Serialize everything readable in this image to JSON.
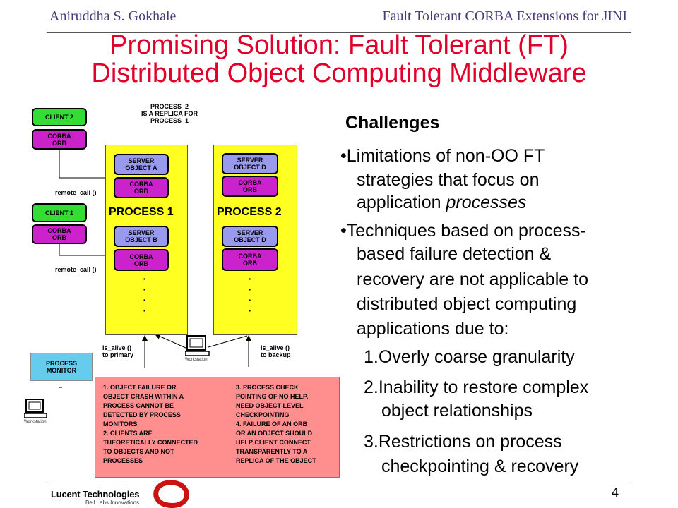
{
  "header": {
    "author": "Aniruddha S. Gokhale",
    "topic": "Fault Tolerant CORBA Extensions for JINI"
  },
  "title": {
    "line1": "Promising Solution: Fault Tolerant (FT)",
    "line2": "Distributed Object Computing Middleware"
  },
  "challenges": {
    "heading": "Challenges",
    "bullet1": {
      "l1": "Limitations of non-OO FT",
      "l2": "strategies that focus on",
      "l3a": "application ",
      "l3b": "processes"
    },
    "bullet2": {
      "l1": "Techniques based on process-",
      "l2": "based failure detection &",
      "l3": "recovery are not applicable to",
      "l4": "distributed object computing",
      "l5": "applications due to:"
    },
    "items": {
      "i1": "1.Overly coarse granularity",
      "i2a": "2.Inability to restore complex",
      "i2b": "object relationships",
      "i3a": "3.Restrictions on process",
      "i3b": "checkpointing & recovery"
    }
  },
  "diagram": {
    "replica_note": [
      "PROCESS_2",
      "IS A REPLICA FOR",
      "PROCESS_1"
    ],
    "client2": "CLIENT 2",
    "client1": "CLIENT 1",
    "corba_orb": [
      "CORBA",
      "ORB"
    ],
    "server_a": [
      "SERVER",
      "OBJECT A"
    ],
    "server_b": [
      "SERVER",
      "OBJECT B"
    ],
    "server_d": [
      "SERVER",
      "OBJECT D"
    ],
    "process1": "PROCESS 1",
    "process2": "PROCESS 2",
    "remote_call": "remote_call ()",
    "is_alive_primary": [
      "is_alive ()",
      "to primary"
    ],
    "is_alive_backup": [
      "is_alive ()",
      "to backup"
    ],
    "process_monitor": [
      "PROCESS",
      "MONITOR"
    ],
    "workstation": "Workstation",
    "notes_left": [
      "1.  OBJECT FAILURE OR",
      "OBJECT CRASH WITHIN A",
      "PROCESS CANNOT BE",
      "DETECTED BY PROCESS",
      "MONITORS",
      "2. CLIENTS ARE",
      "THEORETICALLY CONNECTED",
      "TO  OBJECTS AND NOT",
      "PROCESSES"
    ],
    "notes_right": [
      "3. PROCESS CHECK",
      "POINTING OF NO HELP.",
      "NEED OBJECT LEVEL",
      "CHECKPOINTING",
      "4. FAILURE OF AN ORB",
      "OR AN OBJECT SHOULD",
      "HELP CLIENT CONNECT",
      "TRANSPARENTLY TO A",
      "REPLICA OF THE  OBJECT"
    ]
  },
  "footer": {
    "company": "Lucent Technologies",
    "tagline": "Bell Labs Innovations",
    "page_number": "4"
  },
  "colors": {
    "title": "#e0002a",
    "header": "#4a3a7a",
    "process_box": "#ffff22",
    "notes_box": "#ff8f8f",
    "client": "#33dd33",
    "orb": "#cc22cc",
    "server": "#9999ee",
    "monitor": "#66ccee",
    "logo_ring": "#cc1111"
  }
}
